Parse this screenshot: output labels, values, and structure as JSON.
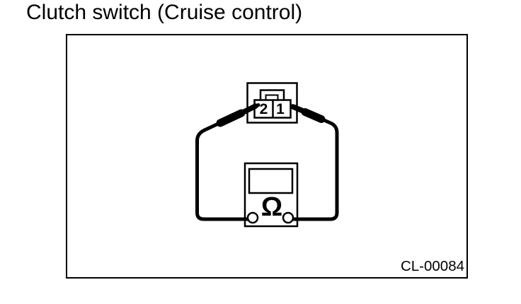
{
  "page": {
    "background_color": "#ffffff",
    "ink_color": "#000000",
    "title": "Clutch switch (Cruise control)"
  },
  "diagram": {
    "figure_code": "CL-00084",
    "connector": {
      "name": "clutch-switch-connector",
      "pin_labels": [
        "2",
        "1"
      ]
    },
    "meter": {
      "name": "ohmmeter",
      "dial_symbol": "Ω"
    }
  }
}
